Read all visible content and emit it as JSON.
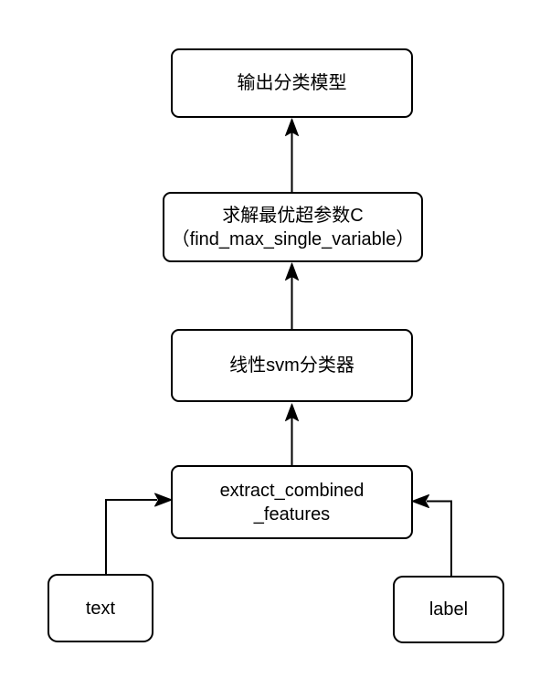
{
  "diagram": {
    "background_color": "#ffffff",
    "node_fill_color": "#ffffff",
    "node_border_color": "#000000",
    "arrow_color": "#000000",
    "nodes": [
      {
        "id": "output-model",
        "lines": [
          "输出分类模型"
        ]
      },
      {
        "id": "find-max-c",
        "lines": [
          "求解最优超参数C",
          "（find_max_single_variable）"
        ]
      },
      {
        "id": "linear-svm",
        "lines": [
          "线性svm分类器"
        ]
      },
      {
        "id": "extract-features",
        "lines": [
          "extract_combined",
          "_features"
        ]
      },
      {
        "id": "text",
        "lines": [
          "text"
        ]
      },
      {
        "id": "label",
        "lines": [
          "label"
        ]
      }
    ],
    "edges": [
      {
        "from": "find-max-c",
        "to": "output-model",
        "shape": "straight-up"
      },
      {
        "from": "linear-svm",
        "to": "find-max-c",
        "shape": "straight-up"
      },
      {
        "from": "extract-features",
        "to": "linear-svm",
        "shape": "straight-up"
      },
      {
        "from": "text",
        "to": "extract-features",
        "shape": "up-then-right"
      },
      {
        "from": "label",
        "to": "extract-features",
        "shape": "up-then-left"
      }
    ]
  }
}
